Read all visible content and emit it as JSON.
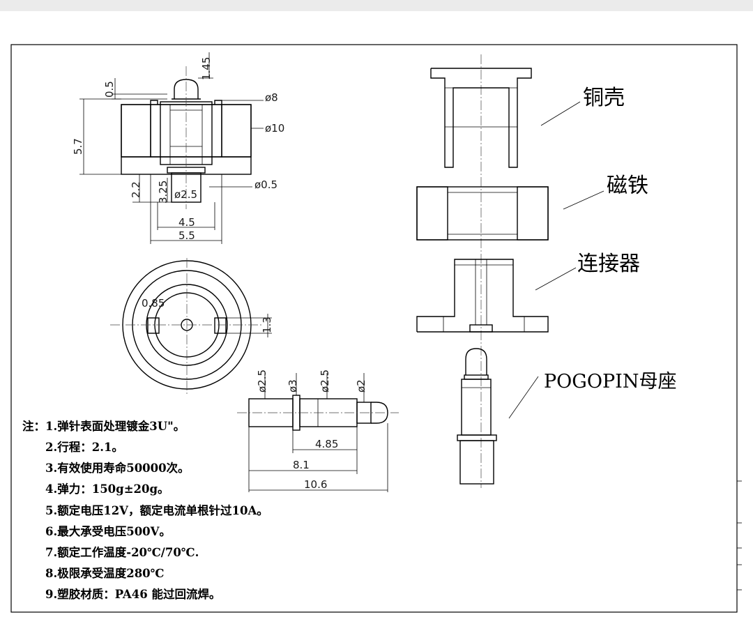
{
  "top_view": {
    "dims": {
      "d8": "ø8",
      "d10": "ø10",
      "d05": "ø0.5",
      "d25": "ø2.5",
      "h145": "1.45",
      "h05": "0.5",
      "h57": "5.7",
      "h22": "2.2",
      "h325": "3.25",
      "w45": "4.5",
      "w55": "5.5"
    }
  },
  "round_view": {
    "dims": {
      "d085": "0.85",
      "h13": "1.3"
    }
  },
  "pin_view": {
    "dims": {
      "d25a": "ø2.5",
      "d3": "ø3",
      "d25b": "ø2.5",
      "d2": "ø2",
      "l485": "4.85",
      "l81": "8.1",
      "l106": "10.6"
    }
  },
  "parts": {
    "shell": "铜壳",
    "magnet": "磁铁",
    "connector": "连接器",
    "pogopin": "POGOPIN母座"
  },
  "notes": [
    "注：1.弹针表面处理镀金3U\"。",
    "2.行程：2.1。",
    "3.有效使用寿命50000次。",
    "4.弹力：150g±20g。",
    "5.额定电压12V，额定电流单根针过10A。",
    "6.最大承受电压500V。",
    "7.额定工作温度-20℃/70℃.",
    "8.极限承受温度280℃",
    "9.塑胶材质：PA46 能过回流焊。"
  ]
}
